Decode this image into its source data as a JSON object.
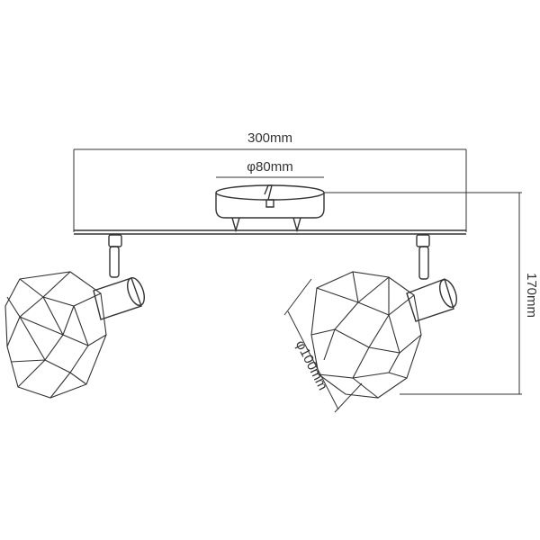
{
  "dimensions": {
    "width_label": "300mm",
    "canopy_diameter_label": "φ80mm",
    "height_label": "170mm",
    "shade_diameter_label": "φ100mm"
  }
}
